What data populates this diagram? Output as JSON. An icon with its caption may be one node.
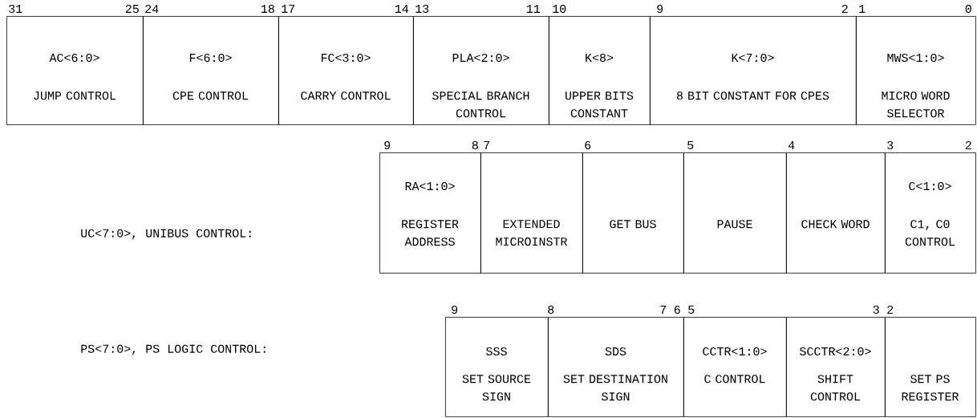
{
  "diagram": {
    "nodes": [
      {
        "text": [
          "AC<6:0>",
          "JUMP CONTROL"
        ]
      },
      {
        "text": [
          "F<6:0>",
          "CPE CONTROL"
        ]
      },
      {
        "text": [
          "FC<3:0>",
          "CARRY CONTROL"
        ]
      },
      {
        "text": [
          "PLA<2:0>",
          "SPECIAL BRANCH CONTROL"
        ]
      },
      {
        "text": [
          "K<8>",
          "UPPER BITS CONSTANT"
        ]
      },
      {
        "text": [
          "K<7:0>",
          "8 BIT CONSTANT FOR CPES"
        ]
      },
      {
        "text": [
          "MWS<1:0>",
          "MICRO WORD SELECTOR"
        ]
      },
      {
        "text": [
          "RA<1:0>",
          "REGISTER ADDRESS"
        ]
      },
      {
        "text": [
          "EXTENDED MICROINSTR"
        ]
      },
      {
        "text": [
          "GET BUS"
        ]
      },
      {
        "text": [
          "PAUSE"
        ]
      },
      {
        "text": [
          "CHECK WORD"
        ]
      },
      {
        "text": [
          "C<1:0>",
          "C1, C0 CONTROL"
        ]
      },
      {
        "text": [
          "SSS",
          "SET SOURCE SIGN"
        ]
      },
      {
        "text": [
          "SDS",
          "SET DESTINATION SIGN"
        ]
      },
      {
        "text": [
          "CCTR<1:0>",
          "C CONTROL"
        ]
      },
      {
        "text": [
          "SCCTR<2:0>",
          "SHIFT CONTROL"
        ]
      },
      {
        "text": [
          "SET PS REGISTER"
        ]
      }
    ],
    "labels": [
      "31",
      "25",
      "24",
      "18",
      "17",
      "14",
      "13",
      "11",
      "10",
      "9",
      "2",
      "1",
      "0",
      "9",
      "8",
      "7",
      "6",
      "5",
      "4",
      "3",
      "2",
      "UC<7:0>, UNIBUS CONTROL:",
      "9",
      "8",
      "7",
      "6",
      "5",
      "3",
      "2",
      "PS<7:0>, PS LOGIC CONTROL:"
    ]
  }
}
